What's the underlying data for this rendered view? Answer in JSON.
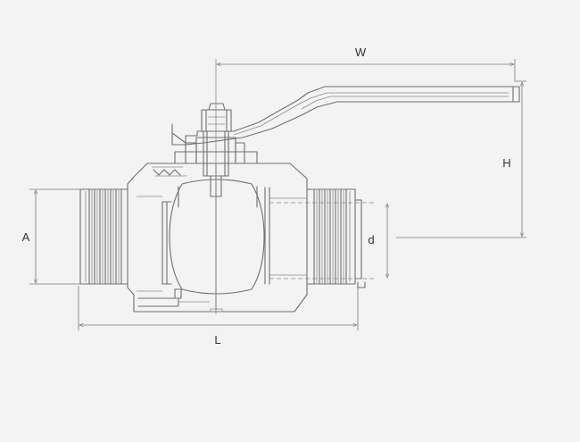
{
  "diagram": {
    "labels": {
      "width": "W",
      "height": "H",
      "length": "L",
      "outer_diameter": "A",
      "bore": "d"
    }
  }
}
